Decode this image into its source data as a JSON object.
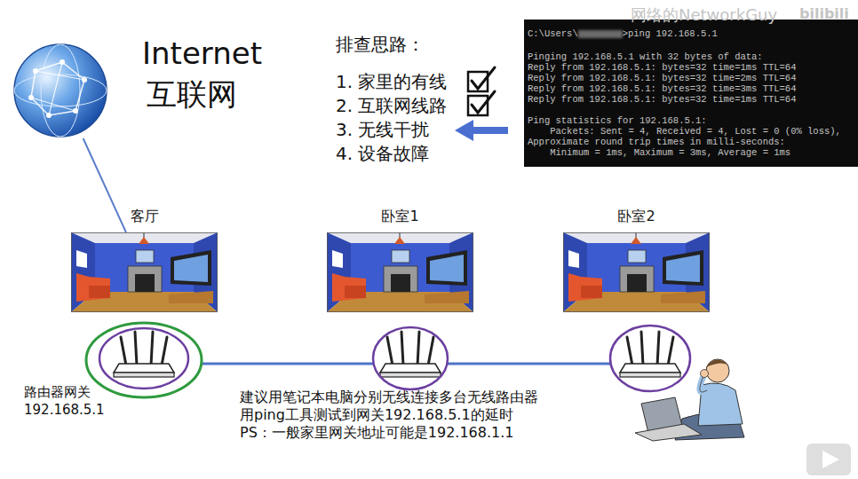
{
  "diagram": {
    "nodes": [
      {
        "text": [
          "Internet",
          "互联网"
        ]
      },
      {
        "text": [
          "C:\\Users\\",
          ">ping 192.168.5.1",
          "Pinging 192.168.5.1 with 32 bytes of data:",
          "Reply from 192.168.5.1: bytes=32 time=1ms TTL=64",
          "Reply from 192.168.5.1: bytes=32 time=2ms TTL=64",
          "Reply from 192.168.5.1: bytes=32 time=3ms TTL=64",
          "Reply from 192.168.5.1: bytes=32 time=1ms TTL=64",
          "Ping statistics for 192.168.5.1:",
          "    Packets: Sent = 4, Received = 4, Lost = 0 (0% loss),",
          "Approximate round trip times in milli-seconds:",
          "    Minimum = 1ms, Maximum = 3ms, Average = 1ms"
        ]
      },
      {
        "text": [
          "客厅"
        ]
      },
      {
        "text": [
          "卧室1"
        ]
      },
      {
        "text": [
          "卧室2"
        ]
      }
    ],
    "edges": [
      {
        "from": 0,
        "to": 2,
        "arrow": "none"
      }
    ],
    "labels": [
      "排查思路：",
      "1. 家里的有线",
      "2. 互联网线路",
      "3. 无线干扰",
      "4. 设备故障",
      "路由器网关",
      "192.168.5.1",
      "建议用笔记本电脑分别无线连接多台无线路由器",
      "用ping工具测试到网关192.168.5.1的延时",
      "PS：一般家里网关地址可能是192.168.1.1",
      "网络的NetworkGuy",
      "bilibili"
    ]
  }
}
